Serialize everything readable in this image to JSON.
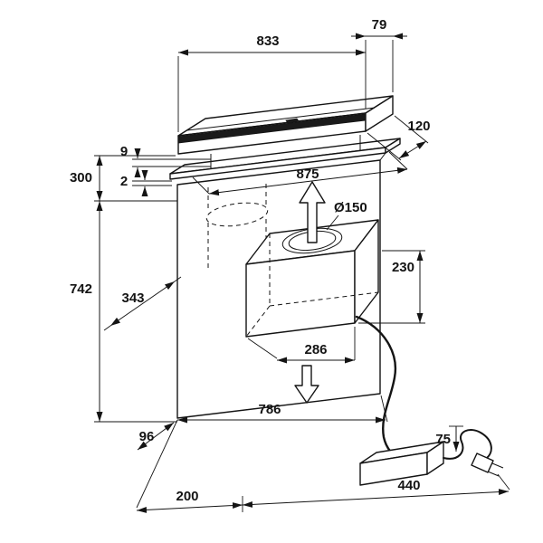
{
  "dims": {
    "width_total": "833",
    "width_offset": "79",
    "depth_top": "120",
    "grille_thickness": "9",
    "trim_thickness": "2",
    "raised_height": "300",
    "body_width": "875",
    "duct_diameter": "Ø150",
    "motor_height": "230",
    "panel_height": "742",
    "motor_depth": "343",
    "motor_width": "286",
    "panel_width": "786",
    "bottom_depth": "96",
    "plug_clearance": "75",
    "floor_left": "200",
    "floor_right": "440"
  }
}
